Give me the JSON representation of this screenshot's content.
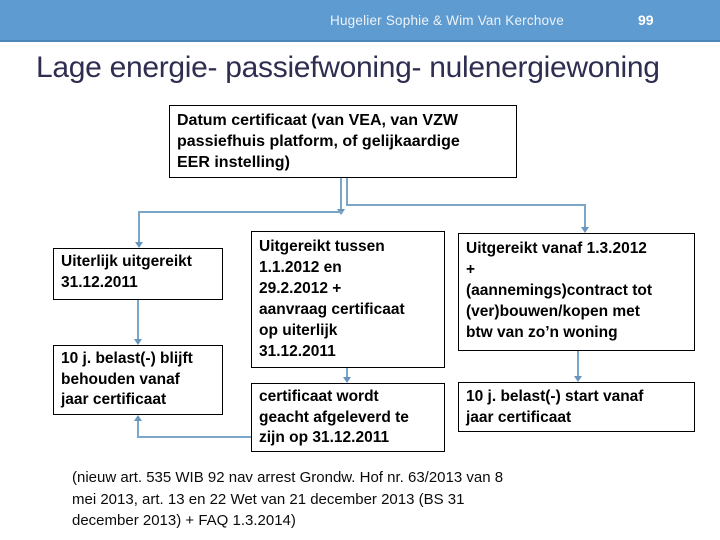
{
  "header": {
    "author": "Hugelier Sophie & Wim Van Kerchove",
    "page_number": "99"
  },
  "slide": {
    "title": "Lage energie- passiefwoning- nulenergiewoning",
    "boxes": {
      "datum_certificaat": "Datum certificaat (van VEA, van VZW\npassiefhuis platform, of gelijkaardige\nEER instelling)",
      "uiterlijk_uitgereikt": "Uiterlijk uitgereikt\n31.12.2011",
      "tien_j_blijft": "10 j. belast(-) blijft\nbehouden vanaf\njaar certificaat",
      "uitgereikt_tussen": "Uitgereikt tussen\n1.1.2012 en\n29.2.2012 +\naanvraag certificaat\nop uiterlijk\n31.12.2011",
      "certificaat_geacht": "certificaat wordt\ngeacht afgeleverd te\nzijn op 31.12.2011",
      "uitgereikt_vanaf": "Uitgereikt vanaf 1.3.2012\n+\n(aannemings)contract tot\n(ver)bouwen/kopen met\nbtw van zo’n woning",
      "tien_j_start": "10 j. belast(-) start vanaf\njaar certificaat"
    },
    "footnote": "(nieuw art. 535 WIB 92 nav arrest Grondw. Hof nr. 63/2013 van 8\nmei 2013, art. 13 en 22 Wet van 21 december 2013 (BS 31\ndecember 2013) + FAQ 1.3.2014)"
  },
  "colors": {
    "header_bg": "#5E9BD0",
    "header_edge": "#4D86B8",
    "title_text": "#2E2E50",
    "connector": "#7BA6C8",
    "connector_arrow": "#6795BD"
  }
}
